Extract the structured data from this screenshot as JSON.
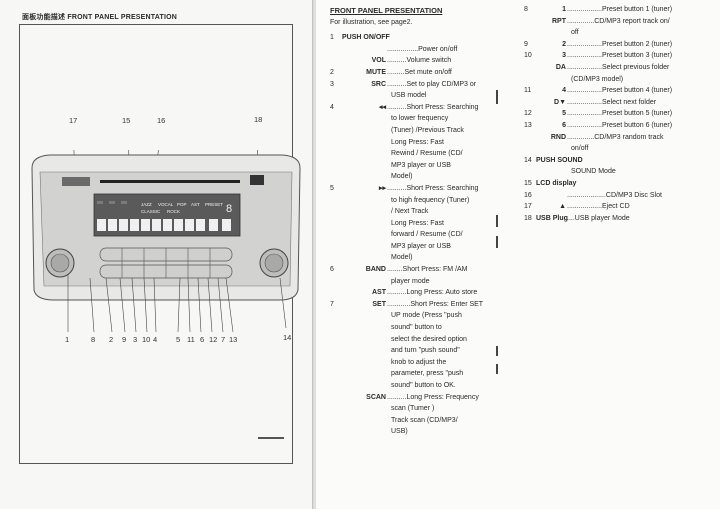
{
  "left": {
    "title": "面板功能描述 FRONT PANEL PRESENTATION",
    "top_callouts": [
      "17",
      "15",
      "16",
      "18"
    ],
    "bottom_callouts": [
      "1",
      "8",
      "2",
      "9",
      "3",
      "10",
      "4",
      "5",
      "11",
      "6",
      "12",
      "7",
      "13",
      "14"
    ],
    "display": {
      "row1": [
        "JAZZ",
        "VOCAL",
        "POP",
        "AST",
        "PRESET"
      ],
      "row2": [
        "CLASSIC",
        "ROCK"
      ],
      "digits": "8"
    }
  },
  "middle": {
    "title": "FRONT PANEL PRESENTATION",
    "subtitle": "For illustration, see page2.",
    "lines": [
      {
        "n": "1",
        "k": "PUSH ON/OFF",
        "d": ""
      },
      {
        "n": "",
        "k": "",
        "d": "................Power on/off"
      },
      {
        "n": "",
        "k": "VOL",
        "d": "..........Volume switch"
      },
      {
        "n": "2",
        "k": "MUTE",
        "d": ".........Set mute on/off"
      },
      {
        "n": "3",
        "k": "SRC",
        "d": "..........Set to play CD/MP3 or"
      },
      {
        "n": "",
        "k": "",
        "d": "USB model"
      },
      {
        "n": "4",
        "k": "◂◂",
        "d": "..........Short Press: Searching"
      },
      {
        "n": "",
        "k": "",
        "d": "to lower frequency"
      },
      {
        "n": "",
        "k": "",
        "d": "(Tuner) /Previous Track"
      },
      {
        "n": "",
        "k": "",
        "d": "Long Press: Fast"
      },
      {
        "n": "",
        "k": "",
        "d": "Rewind / Resume (CD/"
      },
      {
        "n": "",
        "k": "",
        "d": "MP3 player or USB"
      },
      {
        "n": "",
        "k": "",
        "d": "Model)"
      },
      {
        "n": "5",
        "k": "▸▸",
        "d": "..........Short Press: Searching"
      },
      {
        "n": "",
        "k": "",
        "d": "to high frequency (Tuner)"
      },
      {
        "n": "",
        "k": "",
        "d": "/ Next Track"
      },
      {
        "n": "",
        "k": "",
        "d": "Long Press: Fast"
      },
      {
        "n": "",
        "k": "",
        "d": "forward / Resume (CD/"
      },
      {
        "n": "",
        "k": "",
        "d": "MP3 player or USB"
      },
      {
        "n": "",
        "k": "",
        "d": "Model)"
      },
      {
        "n": "6",
        "k": "BAND",
        "d": "........Short Press: FM /AM"
      },
      {
        "n": "",
        "k": "",
        "d": "player mode"
      },
      {
        "n": "",
        "k": "AST",
        "d": "..........Long Press: Auto store"
      },
      {
        "n": "7",
        "k": "SET",
        "d": "............Short Press: Enter SET"
      },
      {
        "n": "",
        "k": "",
        "d": "UP mode (Press \"push"
      },
      {
        "n": "",
        "k": "",
        "d": "sound\" button to"
      },
      {
        "n": "",
        "k": "",
        "d": "select the desired option"
      },
      {
        "n": "",
        "k": "",
        "d": "and turn \"push sound\""
      },
      {
        "n": "",
        "k": "",
        "d": "knob to adjust the"
      },
      {
        "n": "",
        "k": "",
        "d": "parameter, press \"push"
      },
      {
        "n": "",
        "k": "",
        "d": "sound\" button to OK."
      },
      {
        "n": "",
        "k": "SCAN",
        "d": "..........Long Press: Frequency"
      },
      {
        "n": "",
        "k": "",
        "d": "scan (Tumer )"
      },
      {
        "n": "",
        "k": "",
        "d": "Track scan (CD/MP3/"
      },
      {
        "n": "",
        "k": "",
        "d": "USB)"
      }
    ]
  },
  "right": {
    "lines": [
      {
        "n": "8",
        "k": "1",
        "d": "..................Preset button 1 (tuner)"
      },
      {
        "n": "",
        "k": "RPT",
        "d": "..............CD/MP3 report track on/"
      },
      {
        "n": "",
        "k": "",
        "d": "off"
      },
      {
        "n": "9",
        "k": "2",
        "d": "..................Preset button 2 (tuner)"
      },
      {
        "n": "10",
        "k": "3",
        "d": "..................Preset button 3 (tuner)"
      },
      {
        "n": "",
        "k": "DA",
        "d": "..................Select previous folder"
      },
      {
        "n": "",
        "k": "",
        "d": "(CD/MP3 model)"
      },
      {
        "n": "11",
        "k": "4",
        "d": "..................Preset button 4 (tuner)"
      },
      {
        "n": "",
        "k": "D▼",
        "d": "..................Select next folder"
      },
      {
        "n": "12",
        "k": "5",
        "d": "..................Preset button 5 (tuner)"
      },
      {
        "n": "13",
        "k": "6",
        "d": "..................Preset button 6 (tuner)"
      },
      {
        "n": "",
        "k": "RND",
        "d": "..............CD/MP3 random track"
      },
      {
        "n": "",
        "k": "",
        "d": "on/off"
      },
      {
        "n": "14",
        "k": "PUSH SOUND",
        "d": ""
      },
      {
        "n": "",
        "k": "",
        "d": "SOUND Mode"
      },
      {
        "n": "15",
        "k": "LCD display",
        "d": ""
      },
      {
        "n": "16",
        "k": "",
        "d": "....................CD/MP3 Disc Slot"
      },
      {
        "n": "17",
        "k": "▲",
        "d": "..................Eject CD"
      },
      {
        "n": "18",
        "k": "USB Plug",
        "d": "....USB player Mode"
      }
    ]
  }
}
